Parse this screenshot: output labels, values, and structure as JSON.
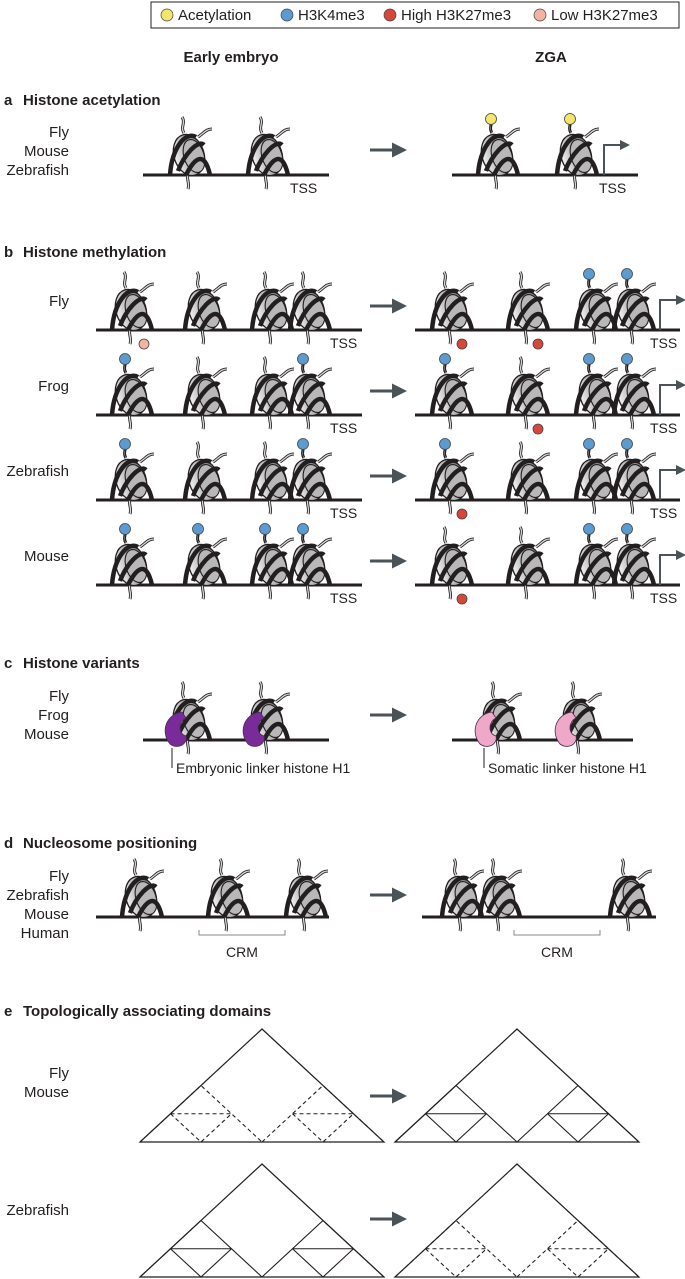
{
  "legend": {
    "items": [
      {
        "label": "Acetylation",
        "color": "#f4e56b"
      },
      {
        "label": "H3K4me3",
        "color": "#5b9bd0"
      },
      {
        "label": "High H3K27me3",
        "color": "#d6463a"
      },
      {
        "label": "Low H3K27me3",
        "color": "#f2b3a3"
      }
    ]
  },
  "columns": {
    "left": "Early embryo",
    "right": "ZGA"
  },
  "tss_label": "TSS",
  "sections": {
    "a": {
      "letter": "a",
      "title": "Histone acetylation",
      "species": [
        "Fly",
        "Mouse",
        "Zebrafish"
      ]
    },
    "b": {
      "letter": "b",
      "title": "Histone methylation",
      "rows": [
        {
          "species": "Fly"
        },
        {
          "species": "Frog"
        },
        {
          "species": "Zebrafish"
        },
        {
          "species": "Mouse"
        }
      ]
    },
    "c": {
      "letter": "c",
      "title": "Histone variants",
      "species": [
        "Fly",
        "Frog",
        "Mouse"
      ],
      "embryonic_label": "Embryonic linker histone H1",
      "somatic_label": "Somatic linker histone H1",
      "embryonic_color": "#7a2b9a",
      "somatic_color": "#f0a8c8"
    },
    "d": {
      "letter": "d",
      "title": "Nucleosome positioning",
      "species": [
        "Fly",
        "Zebrafish",
        "Mouse",
        "Human"
      ],
      "crm_label": "CRM"
    },
    "e": {
      "letter": "e",
      "title": "Topologically associating domains",
      "row1_species": [
        "Fly",
        "Mouse"
      ],
      "row2_species": [
        "Zebrafish"
      ]
    }
  }
}
